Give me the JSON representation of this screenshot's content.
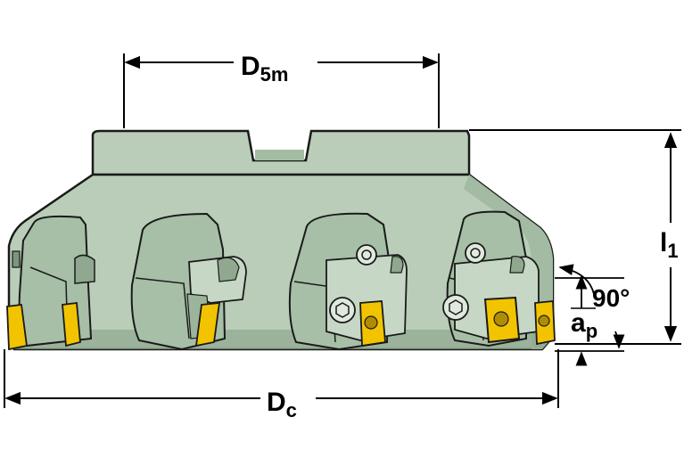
{
  "labels": {
    "d5m_main": "D",
    "d5m_sub": "5m",
    "dc_main": "D",
    "dc_sub": "c",
    "l1_main": "l",
    "l1_sub": "1",
    "angle": "90°",
    "ap_main": "a",
    "ap_sub": "p"
  },
  "colors": {
    "body": "#b9cdb8",
    "body_shadow": "#8fa88f",
    "body_dark": "#6f8a70",
    "outline": "#1a1a1a",
    "insert": "#f2c400",
    "insert_dark": "#b08c00"
  }
}
